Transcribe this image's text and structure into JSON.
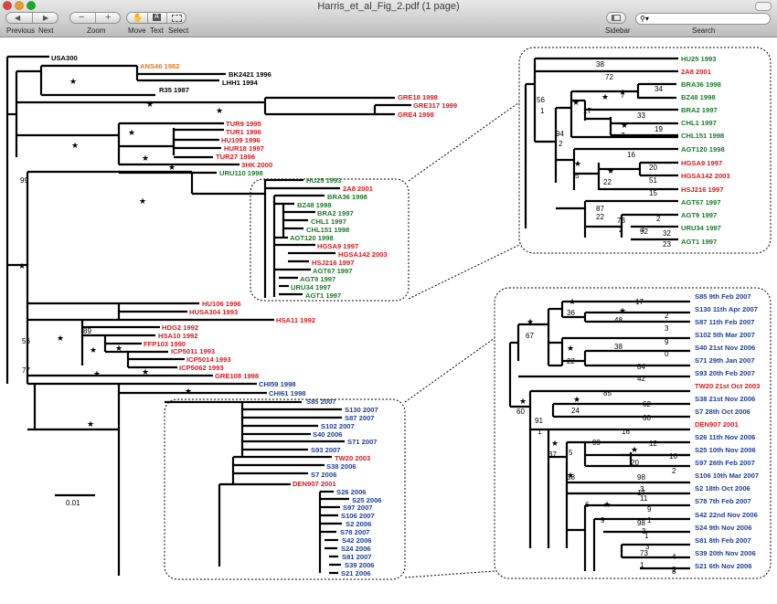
{
  "window": {
    "title": "Harris_et_al_Fig_2.pdf (1 page)"
  },
  "toolbar": {
    "previous": "Previous",
    "next": "Next",
    "zoom": "Zoom",
    "move": "Move",
    "text": "Text",
    "select": "Select",
    "sidebar": "Sidebar",
    "search": "Search",
    "search_placeholder": ""
  },
  "colors": {
    "orange": "#e87722",
    "red": "#d7191c",
    "green": "#1a7a2a",
    "blue": "#1f3f99",
    "black": "#000000"
  },
  "figure": {
    "scale_label": "0.01",
    "main_labels": [
      {
        "t": "USA300",
        "c": "black"
      },
      {
        "t": "ANS46  1982",
        "c": "orange"
      },
      {
        "t": "BK2421  1996",
        "c": "black"
      },
      {
        "t": "LHH1  1994",
        "c": "black"
      },
      {
        "t": "R35  1987",
        "c": "black"
      },
      {
        "t": "GRE18  1998",
        "c": "red"
      },
      {
        "t": "GRE317  1999",
        "c": "red"
      },
      {
        "t": "GRE4  1998",
        "c": "red"
      },
      {
        "t": "TUR9  1995",
        "c": "red"
      },
      {
        "t": "TUR1  1996",
        "c": "red"
      },
      {
        "t": "HU109  1996",
        "c": "red"
      },
      {
        "t": "HUR18  1997",
        "c": "red"
      },
      {
        "t": "TUR27  1996",
        "c": "red"
      },
      {
        "t": "3HK  2000",
        "c": "red"
      },
      {
        "t": "URU110  1998",
        "c": "green"
      },
      {
        "t": "HU25  1993",
        "c": "green"
      },
      {
        "t": "2A8  2001",
        "c": "red"
      },
      {
        "t": "BRA36  1998",
        "c": "green"
      },
      {
        "t": "BZ48  1998",
        "c": "green"
      },
      {
        "t": "BRA2  1997",
        "c": "green"
      },
      {
        "t": "CHL1  1997",
        "c": "green"
      },
      {
        "t": "CHL151  1998",
        "c": "green"
      },
      {
        "t": "AGT120  1998",
        "c": "green"
      },
      {
        "t": "HGSA9  1997",
        "c": "red"
      },
      {
        "t": "HGSA142  2003",
        "c": "red"
      },
      {
        "t": "HSJ216  1997",
        "c": "red"
      },
      {
        "t": "AGT67  1997",
        "c": "green"
      },
      {
        "t": "AGT9  1997",
        "c": "green"
      },
      {
        "t": "URU34  1997",
        "c": "green"
      },
      {
        "t": "AGT1  1997",
        "c": "green"
      },
      {
        "t": "HU106  1996",
        "c": "red"
      },
      {
        "t": "HUSA304  1993",
        "c": "red"
      },
      {
        "t": "HSA11  1992",
        "c": "red"
      },
      {
        "t": "HDG2  1992",
        "c": "red"
      },
      {
        "t": "HSA10  1992",
        "c": "red"
      },
      {
        "t": "FFP103  1990",
        "c": "red"
      },
      {
        "t": "ICP5011  1993",
        "c": "red"
      },
      {
        "t": "ICP5014  1993",
        "c": "red"
      },
      {
        "t": "ICP5062  1993",
        "c": "red"
      },
      {
        "t": "GRE108  1998",
        "c": "red"
      },
      {
        "t": "CHI59  1998",
        "c": "blue"
      },
      {
        "t": "CHI61  1998",
        "c": "blue"
      },
      {
        "t": "S85  2007",
        "c": "blue"
      },
      {
        "t": "S130  2007",
        "c": "blue"
      },
      {
        "t": "S87  2007",
        "c": "blue"
      },
      {
        "t": "S102  2007",
        "c": "blue"
      },
      {
        "t": "S40  2006",
        "c": "blue"
      },
      {
        "t": "S71  2007",
        "c": "blue"
      },
      {
        "t": "S93  2007",
        "c": "blue"
      },
      {
        "t": "TW20  2003",
        "c": "red"
      },
      {
        "t": "S38  2006",
        "c": "blue"
      },
      {
        "t": "S7  2006",
        "c": "blue"
      },
      {
        "t": "DEN907  2001",
        "c": "red"
      },
      {
        "t": "S26  2006",
        "c": "blue"
      },
      {
        "t": "S25  2006",
        "c": "blue"
      },
      {
        "t": "S97  2007",
        "c": "blue"
      },
      {
        "t": "S106  2007",
        "c": "blue"
      },
      {
        "t": "S2  2006",
        "c": "blue"
      },
      {
        "t": "S78  2007",
        "c": "blue"
      },
      {
        "t": "S42  2006",
        "c": "blue"
      },
      {
        "t": "S24  2006",
        "c": "blue"
      },
      {
        "t": "S81  2007",
        "c": "blue"
      },
      {
        "t": "S39  2006",
        "c": "blue"
      },
      {
        "t": "S21  2006",
        "c": "blue"
      }
    ],
    "main_supports": [
      "99",
      "56",
      "77",
      "89"
    ],
    "inset_top_labels": [
      {
        "t": "HU25  1993",
        "c": "green"
      },
      {
        "t": "2A8  2001",
        "c": "red"
      },
      {
        "t": "BRA36  1998",
        "c": "green"
      },
      {
        "t": "BZ48  1998",
        "c": "green"
      },
      {
        "t": "BRA2  1997",
        "c": "green"
      },
      {
        "t": "CHL1  1997",
        "c": "green"
      },
      {
        "t": "CHL151  1998",
        "c": "green"
      },
      {
        "t": "AGT120  1998",
        "c": "green"
      },
      {
        "t": "HGSA9  1997",
        "c": "red"
      },
      {
        "t": "HGSA142  2003",
        "c": "red"
      },
      {
        "t": "HSJ216  1997",
        "c": "red"
      },
      {
        "t": "AGT67  1997",
        "c": "green"
      },
      {
        "t": "AGT9  1997",
        "c": "green"
      },
      {
        "t": "URU34  1997",
        "c": "green"
      },
      {
        "t": "AGT1  1997",
        "c": "green"
      }
    ],
    "inset_top_numbers": [
      "38",
      "72",
      "56",
      "1",
      "34",
      "7",
      "17",
      "33",
      "19",
      "7",
      "94",
      "2",
      "16",
      "5",
      "20",
      "22",
      "51",
      "15",
      "87",
      "73",
      "22",
      "92",
      "32",
      "2",
      "1",
      "2",
      "23"
    ],
    "inset_bottom_labels": [
      {
        "t": "S85  9th Feb 2007",
        "c": "blue"
      },
      {
        "t": "S130  11th Apr 2007",
        "c": "blue"
      },
      {
        "t": "S87  11th Feb 2007",
        "c": "blue"
      },
      {
        "t": "S102  5th Mar 2007",
        "c": "blue"
      },
      {
        "t": "S40  21st Nov 2006",
        "c": "blue"
      },
      {
        "t": "S71  29th Jan 2007",
        "c": "blue"
      },
      {
        "t": "S93  20th Feb 2007",
        "c": "blue"
      },
      {
        "t": "TW20  21st Oct 2003",
        "c": "red"
      },
      {
        "t": "S38  21st Nov 2006",
        "c": "blue"
      },
      {
        "t": "S7  28th Oct 2006",
        "c": "blue"
      },
      {
        "t": "DEN907  2001",
        "c": "red"
      },
      {
        "t": "S26  11th Nov 2006",
        "c": "blue"
      },
      {
        "t": "S25  10th Nov 2006",
        "c": "blue"
      },
      {
        "t": "S97  26th Feb 2007",
        "c": "blue"
      },
      {
        "t": "S106  10th Mar 2007",
        "c": "blue"
      },
      {
        "t": "S2  18th Oct 2006",
        "c": "blue"
      },
      {
        "t": "S78  7th Feb 2007",
        "c": "blue"
      },
      {
        "t": "S42  22nd Nov 2006",
        "c": "blue"
      },
      {
        "t": "S24  9th Nov 2006",
        "c": "blue"
      },
      {
        "t": "S81  8th Feb 2007",
        "c": "blue"
      },
      {
        "t": "S39  20th Nov 2006",
        "c": "blue"
      },
      {
        "t": "S21  6th Nov 2006",
        "c": "blue"
      }
    ],
    "inset_bottom_numbers": [
      "17",
      "36",
      "48",
      "2",
      "3",
      "67",
      "9",
      "38",
      "0",
      "84",
      "22",
      "42",
      "85",
      "62",
      "24",
      "60",
      "60",
      "91",
      "1",
      "37",
      "16",
      "99",
      "12",
      "5",
      "10",
      "20",
      "2",
      "38",
      "98",
      "3",
      "11",
      "17",
      "6",
      "9",
      "9",
      "1",
      "98",
      "3",
      "1",
      "3",
      "73",
      "4",
      "2",
      "1",
      "3"
    ]
  }
}
